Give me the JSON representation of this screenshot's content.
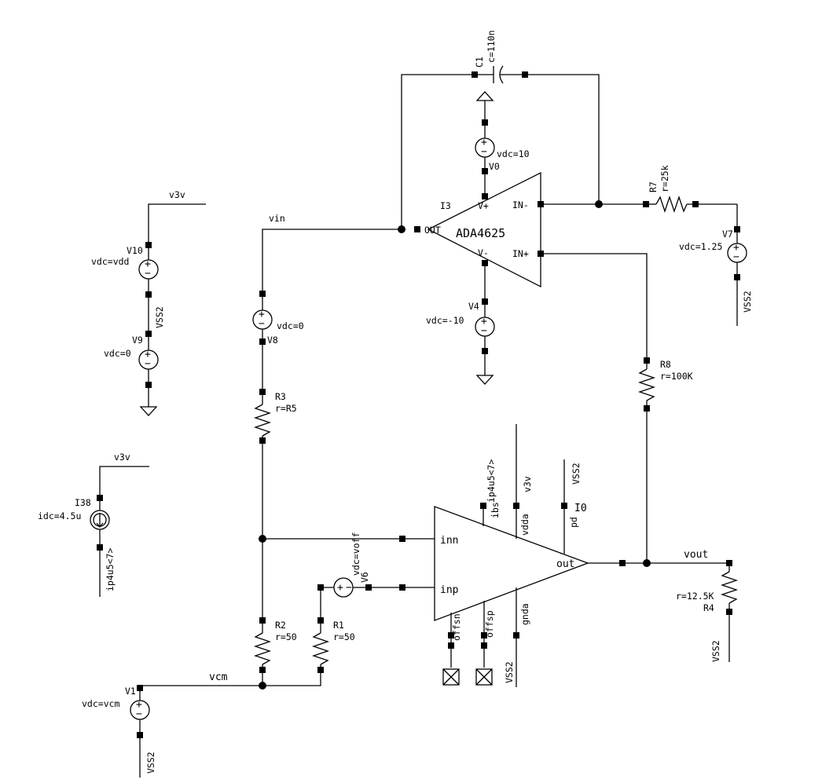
{
  "components": {
    "c1": {
      "name": "C1",
      "value": "c=110n"
    },
    "v0": {
      "name": "V0",
      "value": "vdc=10"
    },
    "i3": {
      "name": "I3",
      "part": "ADA4625",
      "pin_vp": "V+",
      "pin_vm": "V-",
      "pin_inm": "IN-",
      "pin_inp": "IN+",
      "pin_out": "OUT"
    },
    "r7": {
      "name": "R7",
      "value": "r=25k"
    },
    "v7": {
      "name": "V7",
      "value": "vdc=1.25"
    },
    "v4": {
      "name": "V4",
      "value": "vdc=-10"
    },
    "v10": {
      "name": "V10",
      "value": "vdc=vdd"
    },
    "v9": {
      "name": "V9",
      "value": "vdc=0"
    },
    "v8": {
      "name": "V8",
      "value": "vdc=0"
    },
    "r3": {
      "name": "R3",
      "value": "r=R5"
    },
    "r8": {
      "name": "R8",
      "value": "r=100K"
    },
    "i38": {
      "name": "I38",
      "value": "idc=4.5u"
    },
    "v6": {
      "name": "V6",
      "value": "vdc=voff"
    },
    "r2": {
      "name": "R2",
      "value": "r=50"
    },
    "r1": {
      "name": "R1",
      "value": "r=50"
    },
    "r4": {
      "name": "R4",
      "value": "r=12.5K"
    },
    "v1": {
      "name": "V1",
      "value": "vdc=vcm"
    },
    "amp": {
      "name": "I0",
      "pin_inn": "inn",
      "pin_inp": "inp",
      "pin_out": "out",
      "pin_ibs": "ibs",
      "pin_vdda": "vdda",
      "pin_pd": "pd",
      "pin_offsn": "offsn",
      "pin_offsp": "offsp",
      "pin_gnda": "gnda"
    }
  },
  "nets": {
    "vin": "vin",
    "vout": "vout",
    "vcm": "vcm",
    "v3v_a": "v3v",
    "v3v_b": "v3v",
    "v3v_c": "v3v",
    "vss2_v7": "VSS2",
    "vss2_mid": "VSS2",
    "vss2_pd": "VSS2",
    "vss2_gnda": "VSS2",
    "vss2_r4": "VSS2",
    "vss2_v1": "VSS2",
    "ip4u5_ibs": "ip4u5<7>",
    "ip4u5_i38": "ip4u5<7>"
  },
  "symbols": {
    "plus": "+",
    "minus": "−"
  },
  "colors": {
    "line": "#000000",
    "background": "#ffffff"
  }
}
